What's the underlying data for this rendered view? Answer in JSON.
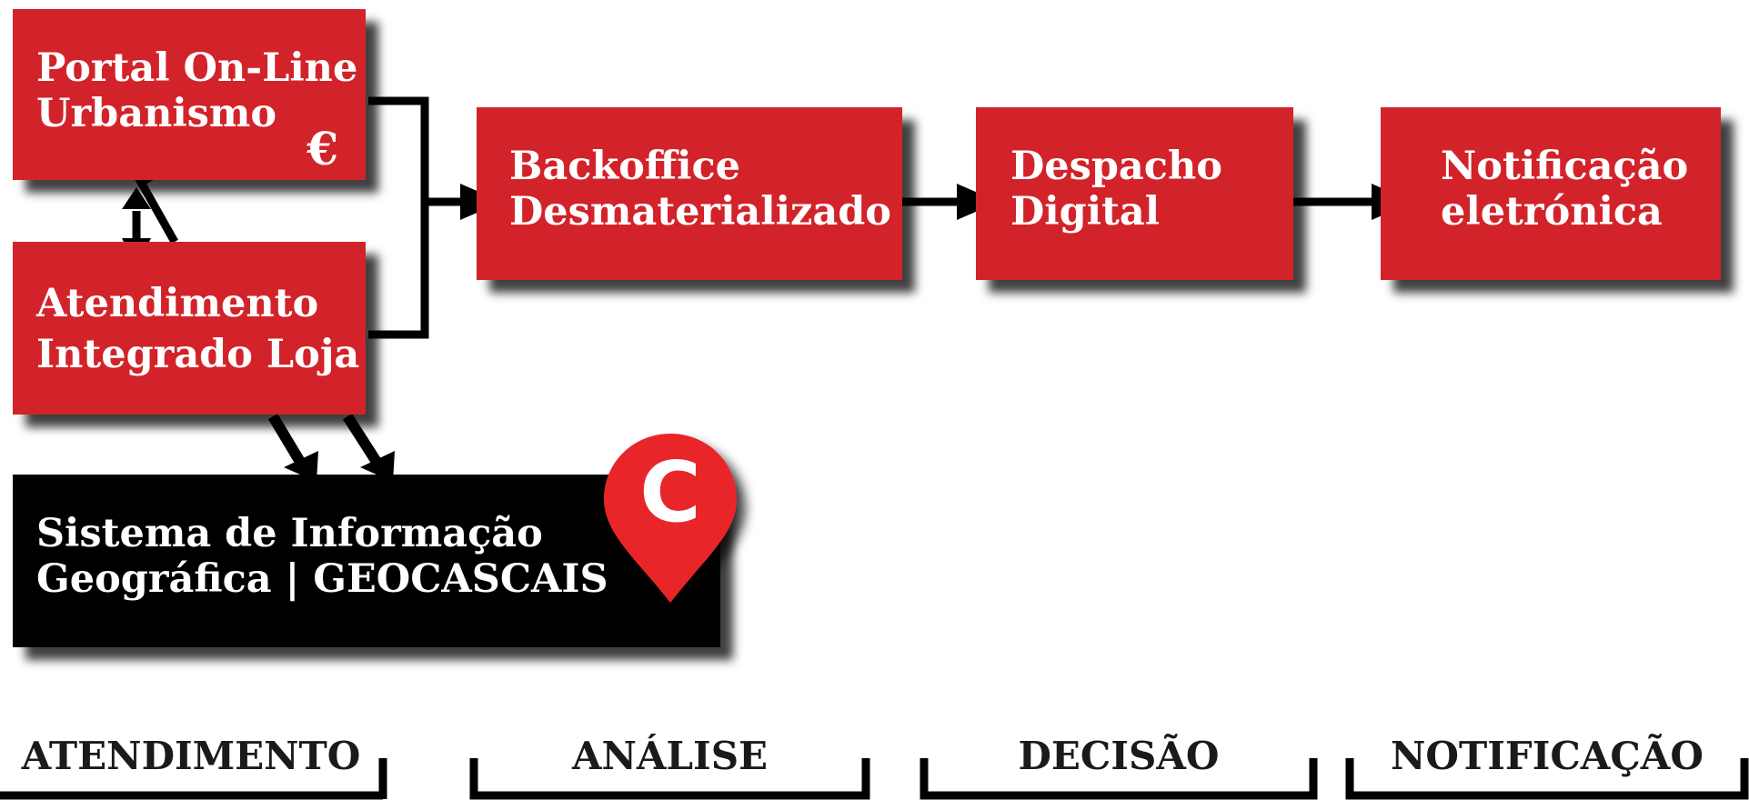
{
  "boxes": {
    "portal": "Portal On-Line\nUrbanismo",
    "portal_currency": "€",
    "atendimento": "Atendimento\nIntegrado Loja",
    "backoffice": "Backoffice\nDesmaterializado",
    "despacho": "Despacho\nDigital",
    "notificacao": "Notificação\neletrónica",
    "sig": "Sistema de Informação\nGeográfica | GEOCASCAIS"
  },
  "logo_letter": "C",
  "phases": {
    "p1": "ATENDIMENTO",
    "p2": "ANÁLISE",
    "p3": "DECISÃO",
    "p4": "NOTIFICAÇÃO"
  },
  "colors": {
    "box_red": "#d2232a",
    "box_black": "#000000",
    "pin_red": "#e8252c",
    "text_white": "#ffffff",
    "line_black": "#000000"
  },
  "icons": [
    "euro-icon",
    "location-pin-icon"
  ]
}
